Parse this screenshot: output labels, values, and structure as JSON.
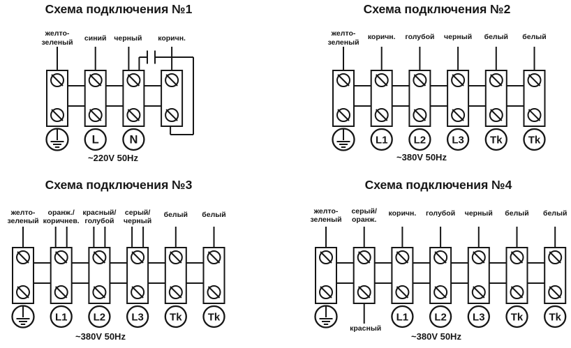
{
  "figure": {
    "background": "#ffffff",
    "ink": "#161616"
  },
  "diagrams": [
    {
      "title": "Схема подключения №1",
      "voltage": "~220V 50Hz",
      "capacitor_loop": true,
      "terminals": [
        {
          "label_lines": [
            "желто-",
            "зеленый"
          ],
          "wires": 1,
          "symbol": "ground"
        },
        {
          "label_lines": [
            "синий"
          ],
          "wires": 1,
          "symbol": "L"
        },
        {
          "label_lines": [
            "черный"
          ],
          "wires": 1,
          "symbol": "N"
        },
        {
          "label_lines": [
            "коричн."
          ],
          "wires": 1,
          "symbol": null
        }
      ]
    },
    {
      "title": "Схема подключения №2",
      "voltage": "~380V 50Hz",
      "capacitor_loop": false,
      "terminals": [
        {
          "label_lines": [
            "желто-",
            "зеленый"
          ],
          "wires": 1,
          "symbol": "ground"
        },
        {
          "label_lines": [
            "коричн."
          ],
          "wires": 1,
          "symbol": "L1"
        },
        {
          "label_lines": [
            "голубой"
          ],
          "wires": 1,
          "symbol": "L2"
        },
        {
          "label_lines": [
            "черный"
          ],
          "wires": 1,
          "symbol": "L3"
        },
        {
          "label_lines": [
            "белый"
          ],
          "wires": 1,
          "symbol": "Tk"
        },
        {
          "label_lines": [
            "белый"
          ],
          "wires": 1,
          "symbol": "Tk"
        }
      ]
    },
    {
      "title": "Схема подключения №3",
      "voltage": "~380V 50Hz",
      "capacitor_loop": false,
      "terminals": [
        {
          "label_lines": [
            "желто-",
            "зеленый"
          ],
          "wires": 1,
          "symbol": "ground"
        },
        {
          "label_lines": [
            "оранж./",
            "коричнев."
          ],
          "wires": 2,
          "symbol": "L1"
        },
        {
          "label_lines": [
            "красный/",
            "голубой"
          ],
          "wires": 2,
          "symbol": "L2"
        },
        {
          "label_lines": [
            "серый/",
            "черный"
          ],
          "wires": 2,
          "symbol": "L3"
        },
        {
          "label_lines": [
            "белый"
          ],
          "wires": 1,
          "symbol": "Tk"
        },
        {
          "label_lines": [
            "белый"
          ],
          "wires": 1,
          "symbol": "Tk"
        }
      ]
    },
    {
      "title": "Схема подключения №4",
      "voltage": "~380V 50Hz",
      "capacitor_loop": false,
      "terminals": [
        {
          "label_lines": [
            "желто-",
            "зеленый"
          ],
          "wires": 1,
          "symbol": "ground"
        },
        {
          "label_lines": [
            "серый/",
            "оранж."
          ],
          "wires": 1,
          "symbol": null,
          "bottom_wire_label": "красный"
        },
        {
          "label_lines": [
            "коричн."
          ],
          "wires": 1,
          "symbol": "L1"
        },
        {
          "label_lines": [
            "голубой"
          ],
          "wires": 1,
          "symbol": "L2"
        },
        {
          "label_lines": [
            "черный"
          ],
          "wires": 1,
          "symbol": "L3"
        },
        {
          "label_lines": [
            "белый"
          ],
          "wires": 1,
          "symbol": "Tk"
        },
        {
          "label_lines": [
            "белый"
          ],
          "wires": 1,
          "symbol": "Tk"
        }
      ]
    }
  ]
}
